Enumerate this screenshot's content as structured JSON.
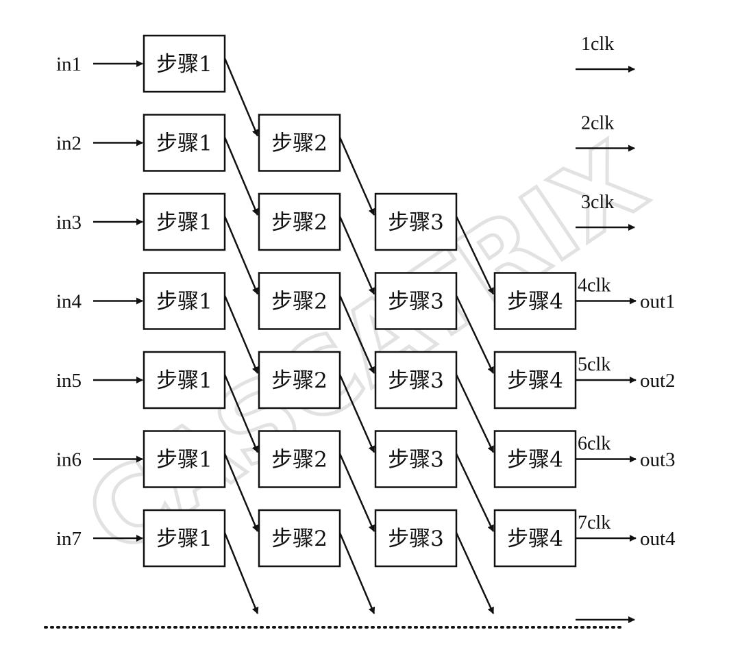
{
  "watermark": "CASCATRIX",
  "stages": [
    "步骤1",
    "步骤2",
    "步骤3",
    "步骤4"
  ],
  "inputs": [
    "in1",
    "in2",
    "in3",
    "in4",
    "in5",
    "in6",
    "in7"
  ],
  "outputs": [
    "out1",
    "out2",
    "out3",
    "out4"
  ],
  "clocks": [
    "1clk",
    "2clk",
    "3clk",
    "4clk",
    "5clk",
    "6clk",
    "7clk"
  ]
}
